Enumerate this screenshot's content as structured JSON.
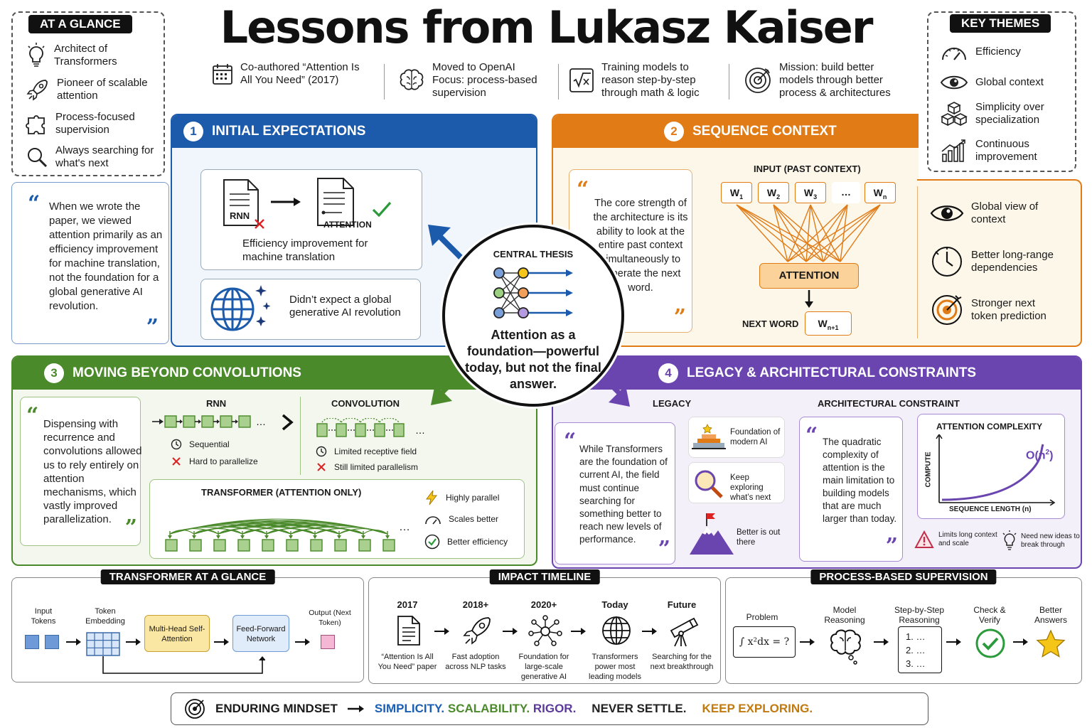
{
  "title": "Lessons from Lukasz Kaiser",
  "glance": {
    "tag": "AT A GLANCE",
    "items": [
      "Architect of Transformers",
      "Pioneer of scalable attention",
      "Process-focused supervision",
      "Always searching for what's next"
    ],
    "icons": [
      "lightbulb-icon",
      "rocket-icon",
      "puzzle-icon",
      "magnifier-icon"
    ]
  },
  "facts": [
    {
      "text": "Co-authored “Attention Is All You Need” (2017)",
      "icon": "calendar-icon"
    },
    {
      "text": "Moved to OpenAI Focus: process-based supervision",
      "icon": "brain-icon"
    },
    {
      "text": "Training models to reason step-by-step through math & logic",
      "icon": "sqrt-icon"
    },
    {
      "text": "Mission: build better models through better process & architectures",
      "icon": "target-icon"
    }
  ],
  "themes": {
    "tag": "KEY THEMES",
    "items": [
      "Efficiency",
      "Global context",
      "Simplicity over specialization",
      "Continuous improvement"
    ],
    "icons": [
      "gauge-icon",
      "eye-icon",
      "cubes-icon",
      "growth-chart-icon"
    ]
  },
  "s1": {
    "num": "1",
    "title": "INITIAL EXPECTATIONS",
    "quote": "When we wrote the paper, we viewed attention primarily as an efficiency improvement for machine translation, not the foundation for a global generative AI revolution.",
    "rnn": "RNN",
    "attention": "ATTENTION",
    "caption": "Efficiency improvement for machine translation",
    "globe_text": "Didn’t expect a global generative AI revolution"
  },
  "s2": {
    "num": "2",
    "title": "SEQUENCE CONTEXT",
    "quote": "The core strength of the architecture is its ability to look at the entire past context simultaneously to generate the next word.",
    "input_label": "INPUT (PAST CONTEXT)",
    "attention": "ATTENTION",
    "next_word": "NEXT WORD",
    "benefits": [
      "Global view of context",
      "Better long-range dependencies",
      "Stronger next token prediction"
    ],
    "benefit_icons": [
      "eye-icon",
      "clock-icon",
      "target-icon"
    ]
  },
  "thesis": {
    "label": "CENTRAL THESIS",
    "text": "Attention as a foundation—powerful today, but not the final answer."
  },
  "s3": {
    "num": "3",
    "title": "MOVING BEYOND CONVOLUTIONS",
    "quote": "Dispensing with recurrence and convolutions allowed us to rely entirely on attention mechanisms, which vastly improved parallelization.",
    "rnn": {
      "label": "RNN",
      "pros": [
        "Sequential",
        "Hard to parallelize"
      ]
    },
    "conv": {
      "label": "CONVOLUTION",
      "pros": [
        "Limited receptive field",
        "Still limited parallelism"
      ]
    },
    "transformer": {
      "label": "TRANSFORMER (ATTENTION ONLY)",
      "benefits": [
        "Highly parallel",
        "Scales better",
        "Better efficiency"
      ]
    }
  },
  "s4": {
    "num": "4",
    "title": "LEGACY & ARCHITECTURAL CONSTRAINTS",
    "legacy_label": "LEGACY",
    "legacy_quote": "While Transformers are the foundation of current AI, the field must continue searching for something better to reach new levels of performance.",
    "legacy_items": [
      "Foundation of modern AI",
      "Keep exploring what’s next",
      "Better is out there"
    ],
    "constraint_label": "ARCHITECTURAL CONSTRAINT",
    "constraint_quote": "The quadratic complexity of attention is the main limitation to building models that are much larger than today.",
    "chart_title": "ATTENTION COMPLEXITY",
    "chart_ylabel": "COMPUTE",
    "chart_xlabel": "SEQUENCE LENGTH (n)",
    "notes": [
      "Limits long context and scale",
      "Need new ideas to break through"
    ]
  },
  "tag_glance": {
    "tag": "TRANSFORMER AT A GLANCE",
    "labels": [
      "Input Tokens",
      "Token Embedding",
      "Multi-Head Self-Attention",
      "Feed-Forward Network",
      "Output (Next Token)"
    ]
  },
  "timeline": {
    "tag": "IMPACT TIMELINE",
    "items": [
      {
        "year": "2017",
        "text": "“Attention Is All You Need” paper",
        "icon": "document-icon"
      },
      {
        "year": "2018+",
        "text": "Fast adoption across NLP tasks",
        "icon": "rocket-icon"
      },
      {
        "year": "2020+",
        "text": "Foundation for large-scale generative AI",
        "icon": "network-icon"
      },
      {
        "year": "Today",
        "text": "Transformers power most leading models",
        "icon": "globe-icon"
      },
      {
        "year": "Future",
        "text": "Searching for the next breakthrough",
        "icon": "telescope-icon"
      }
    ]
  },
  "pbs": {
    "tag": "PROCESS-BASED SUPERVISION",
    "labels": [
      "Problem",
      "Model Reasoning",
      "Step-by-Step Reasoning",
      "Check & Verify",
      "Better Answers"
    ],
    "problem": "∫ x²dx = ?",
    "steps": [
      "1. …",
      "2. …",
      "3. …"
    ]
  },
  "mindset": {
    "label": "ENDURING MINDSET",
    "p1": "SIMPLICITY.",
    "p2": "SCALABILITY.",
    "p3": "RIGOR.",
    "p4": "NEVER SETTLE.",
    "p5": "KEEP EXPLORING.",
    "colors": {
      "blue": "#1a5fb4",
      "green": "#4a8a2a",
      "purple": "#5b3a9a",
      "black": "#222222",
      "orange": "#c07a10"
    }
  },
  "colors": {
    "blue": "#1c5bab",
    "orange": "#e07b16",
    "green": "#4a8a2a",
    "purple": "#6a45b0"
  }
}
